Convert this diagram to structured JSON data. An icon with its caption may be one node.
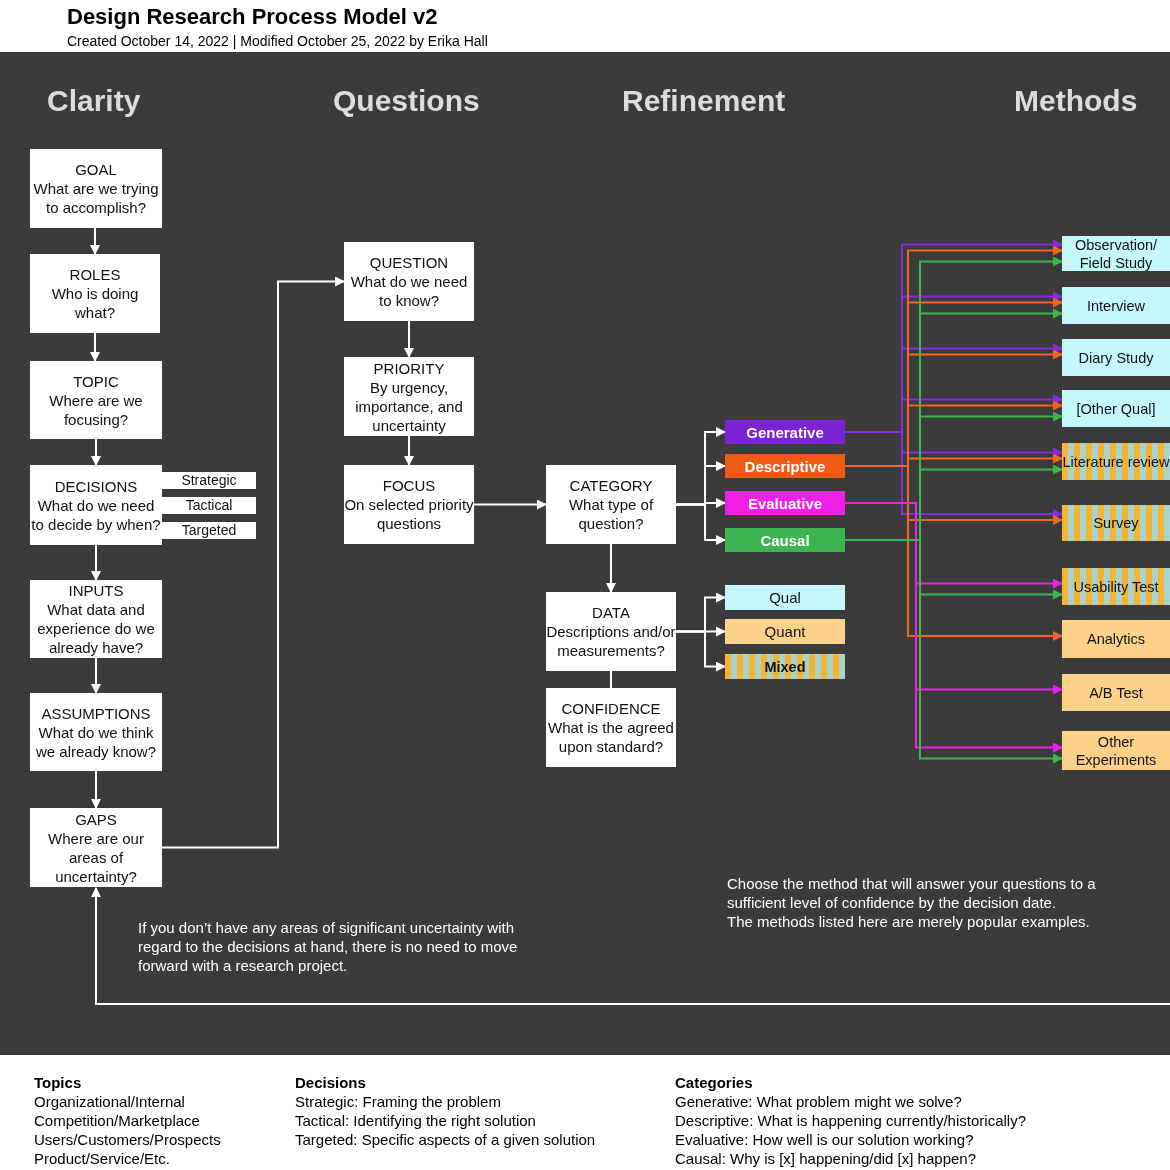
{
  "diagram": {
    "title": "Design Research Process Model v2",
    "nodes": [
      {
        "text": [
          "GOAL",
          "What are we trying to accomplish?"
        ]
      },
      {
        "text": [
          "ROLES",
          "Who is doing what?"
        ]
      },
      {
        "text": [
          "TOPIC",
          "Where are we focusing?"
        ]
      },
      {
        "text": [
          "DECISIONS",
          "What do we need to decide by when?"
        ]
      },
      {
        "text": [
          "Strategic"
        ]
      },
      {
        "text": [
          "Tactical"
        ]
      },
      {
        "text": [
          "Targeted"
        ]
      },
      {
        "text": [
          "INPUTS",
          "What data and experience do we already have?"
        ]
      },
      {
        "text": [
          "ASSUMPTIONS",
          "What do we think we already know?"
        ]
      },
      {
        "text": [
          "GAPS",
          "Where are our areas of uncertainty?"
        ]
      },
      {
        "text": [
          "QUESTION",
          "What do we need to know?"
        ]
      },
      {
        "text": [
          "PRIORITY",
          "By urgency, importance, and uncertainty"
        ]
      },
      {
        "text": [
          "FOCUS",
          "On selected priority questions"
        ]
      },
      {
        "text": [
          "CATEGORY",
          "What type of question?"
        ]
      },
      {
        "text": [
          "DATA",
          "Descriptions and/or measurements?"
        ]
      },
      {
        "text": [
          "CONFIDENCE",
          "What is the agreed upon standard?"
        ]
      },
      {
        "text": [
          "Generative"
        ]
      },
      {
        "text": [
          "Descriptive"
        ]
      },
      {
        "text": [
          "Evaluative"
        ]
      },
      {
        "text": [
          "Causal"
        ]
      },
      {
        "text": [
          "Qual"
        ]
      },
      {
        "text": [
          "Quant"
        ]
      },
      {
        "text": [
          "Mixed"
        ]
      },
      {
        "text": [
          "Observation/ Field Study"
        ]
      },
      {
        "text": [
          "Interview"
        ]
      },
      {
        "text": [
          "Diary Study"
        ]
      },
      {
        "text": [
          "[Other Qual]"
        ]
      },
      {
        "text": [
          "Literature review"
        ]
      },
      {
        "text": [
          "Survey"
        ]
      },
      {
        "text": [
          "Usability Test"
        ]
      },
      {
        "text": [
          "Analytics"
        ]
      },
      {
        "text": [
          "A/B Test"
        ]
      },
      {
        "text": [
          "Other Experiments"
        ]
      }
    ],
    "edges": [
      {
        "from": 0,
        "to": 1,
        "arrow": "to"
      },
      {
        "from": 1,
        "to": 2,
        "arrow": "to"
      },
      {
        "from": 2,
        "to": 3,
        "arrow": "to"
      },
      {
        "from": 3,
        "to": 7,
        "arrow": "to"
      },
      {
        "from": 7,
        "to": 8,
        "arrow": "to"
      },
      {
        "from": 8,
        "to": 9,
        "arrow": "to"
      },
      {
        "from": 9,
        "to": 10,
        "arrow": "to"
      },
      {
        "from": 10,
        "to": 11,
        "arrow": "to"
      },
      {
        "from": 11,
        "to": 12,
        "arrow": "to"
      },
      {
        "from": 12,
        "to": 13,
        "arrow": "to"
      },
      {
        "from": 13,
        "to": 16,
        "arrow": "to"
      },
      {
        "from": 13,
        "to": 17,
        "arrow": "to"
      },
      {
        "from": 13,
        "to": 18,
        "arrow": "to"
      },
      {
        "from": 13,
        "to": 19,
        "arrow": "to"
      },
      {
        "from": 13,
        "to": 14,
        "arrow": "to"
      },
      {
        "from": 14,
        "to": 20,
        "arrow": "to"
      },
      {
        "from": 14,
        "to": 21,
        "arrow": "to"
      },
      {
        "from": 14,
        "to": 22,
        "arrow": "to"
      },
      {
        "from": 14,
        "to": 15,
        "arrow": "none"
      },
      {
        "from": null,
        "to": 9,
        "arrow": "to"
      },
      {
        "from": 16,
        "to": 23,
        "arrow": "to",
        "color": "#8a2be2"
      },
      {
        "from": 16,
        "to": 24,
        "arrow": "to",
        "color": "#8a2be2"
      },
      {
        "from": 16,
        "to": 25,
        "arrow": "to",
        "color": "#8a2be2"
      },
      {
        "from": 16,
        "to": 26,
        "arrow": "to",
        "color": "#8a2be2"
      },
      {
        "from": 16,
        "to": 27,
        "arrow": "to",
        "color": "#8a2be2"
      },
      {
        "from": 16,
        "to": 28,
        "arrow": "to",
        "color": "#8a2be2"
      },
      {
        "from": 17,
        "to": 23,
        "arrow": "to",
        "color": "#f26522"
      },
      {
        "from": 17,
        "to": 24,
        "arrow": "to",
        "color": "#f26522"
      },
      {
        "from": 17,
        "to": 25,
        "arrow": "to",
        "color": "#f26522"
      },
      {
        "from": 17,
        "to": 26,
        "arrow": "to",
        "color": "#f26522"
      },
      {
        "from": 17,
        "to": 27,
        "arrow": "to",
        "color": "#f26522"
      },
      {
        "from": 17,
        "to": 28,
        "arrow": "to",
        "color": "#f26522"
      },
      {
        "from": 17,
        "to": 30,
        "arrow": "to",
        "color": "#f26522"
      },
      {
        "from": 18,
        "to": 29,
        "arrow": "to",
        "color": "#f020e8"
      },
      {
        "from": 18,
        "to": 31,
        "arrow": "to",
        "color": "#f020e8"
      },
      {
        "from": 18,
        "to": 32,
        "arrow": "to",
        "color": "#f020e8"
      },
      {
        "from": 19,
        "to": 23,
        "arrow": "to",
        "color": "#3cb54a"
      },
      {
        "from": 19,
        "to": 24,
        "arrow": "to",
        "color": "#3cb54a"
      },
      {
        "from": 19,
        "to": 26,
        "arrow": "to",
        "color": "#3cb54a"
      },
      {
        "from": 19,
        "to": 27,
        "arrow": "to",
        "color": "#3cb54a"
      },
      {
        "from": 19,
        "to": 29,
        "arrow": "to",
        "color": "#3cb54a"
      },
      {
        "from": 19,
        "to": 32,
        "arrow": "to",
        "color": "#3cb54a"
      }
    ],
    "labels": [
      "Created October 14, 2022 | Modified October 25, 2022 by Erika Hall",
      "Clarity",
      "Questions",
      "Refinement",
      "Methods",
      "If you don’t have any areas of significant uncertainty with regard to the decisions at hand, there is no need to move forward with a research project.",
      "Choose the method that will answer your questions to a sufficient level of confidence by the decision date.",
      "The methods listed here are merely popular examples.",
      "Topics",
      "Organizational/Internal",
      "Competition/Marketplace",
      "Users/Customers/Prospects",
      "Product/Service/Etc.",
      "Decisions",
      "Strategic: Framing the problem",
      "Tactical: Identifying the right solution",
      "Targeted: Specific aspects of a given solution",
      "Categories",
      "Generative: What problem might we solve?",
      "Descriptive: What is happening currently/historically?",
      "Evaluative: How well is our solution working?",
      "Causal: Why is [x] happening/did [x] happen?"
    ]
  }
}
